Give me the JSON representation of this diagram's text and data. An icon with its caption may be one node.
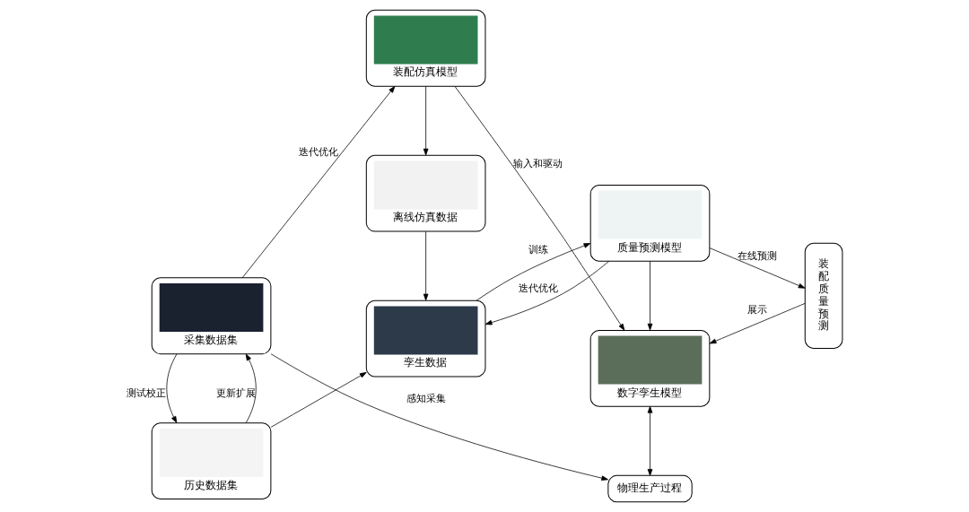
{
  "diagram": {
    "nodes": [
      {
        "text": [
          "历史数据集"
        ]
      },
      {
        "text": [
          "孪生数据"
        ]
      },
      {
        "text": [
          "质量预测模型"
        ]
      },
      {
        "text": [
          "装配质量预测"
        ]
      },
      {
        "text": [
          "离线仿真数据"
        ]
      },
      {
        "text": [
          "采集数据集"
        ]
      },
      {
        "text": [
          "数字孪生模型"
        ]
      },
      {
        "text": [
          "装配仿真模型"
        ]
      },
      {
        "text": [
          "物理生产过程"
        ]
      }
    ],
    "edges": [
      {
        "from": 0,
        "to": 1,
        "arrow": "to"
      },
      {
        "from": 2,
        "to": 1,
        "arrow": "to",
        "label": "迭代优化"
      },
      {
        "from": 1,
        "to": 2,
        "arrow": "to",
        "label": "训练"
      },
      {
        "from": 2,
        "to": 3,
        "arrow": "to",
        "label": "在线预测"
      },
      {
        "from": 0,
        "to": 5,
        "arrow": "to",
        "label": "更新扩展"
      },
      {
        "from": 5,
        "to": 0,
        "arrow": "to",
        "label": "测试校正"
      },
      {
        "from": 4,
        "to": 1,
        "arrow": "to"
      },
      {
        "from": 2,
        "to": 6,
        "arrow": "to"
      },
      {
        "from": 3,
        "to": 6,
        "arrow": "to",
        "label": "展示"
      },
      {
        "from": 5,
        "to": 7,
        "arrow": "to",
        "label": "迭代优化"
      },
      {
        "from": 7,
        "to": 4,
        "arrow": "to"
      },
      {
        "from": 7,
        "to": 6,
        "arrow": "to",
        "label": "输入和驱动"
      },
      {
        "from": 6,
        "to": 8,
        "arrow": "both"
      },
      {
        "from": 5,
        "to": 8,
        "arrow": "to",
        "label": "感知采集"
      }
    ]
  }
}
